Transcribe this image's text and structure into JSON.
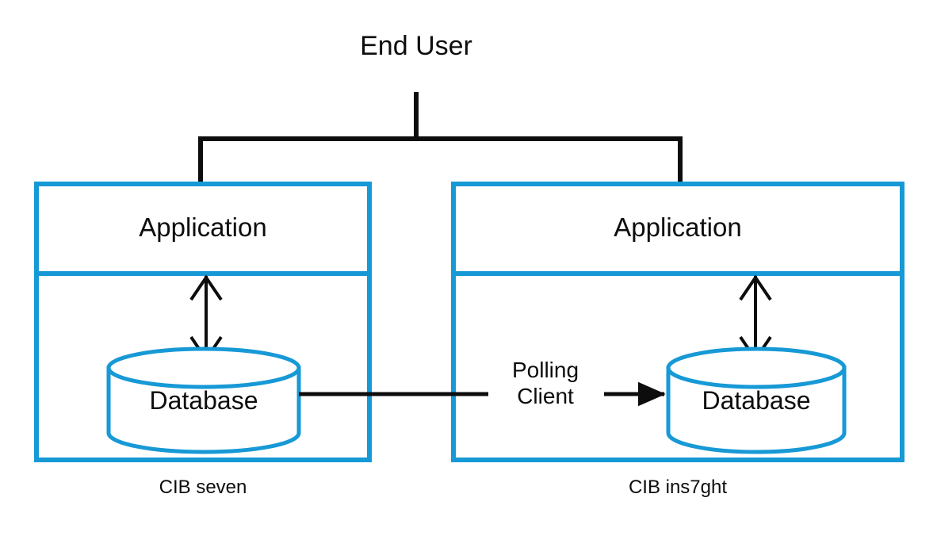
{
  "diagram": {
    "title_node": {
      "label": "End User"
    },
    "colors": {
      "box_border": "#1799D6",
      "connector": "#0d0d0d",
      "text": "#0d0d0d",
      "background": "#ffffff"
    },
    "systems": [
      {
        "id": "cib-seven",
        "caption": "CIB seven",
        "application_label": "Application",
        "database_label": "Database",
        "link_to_app": "bidirectional"
      },
      {
        "id": "cib-ins7ght",
        "caption": "CIB ins7ght",
        "application_label": "Application",
        "database_label": "Database",
        "link_to_app": "bidirectional"
      }
    ],
    "middleware": {
      "label_line_1": "Polling",
      "label_line_2": "Client",
      "source": "CIB seven Database",
      "target": "CIB ins7ght Database",
      "arrow": "unidirectional"
    }
  }
}
